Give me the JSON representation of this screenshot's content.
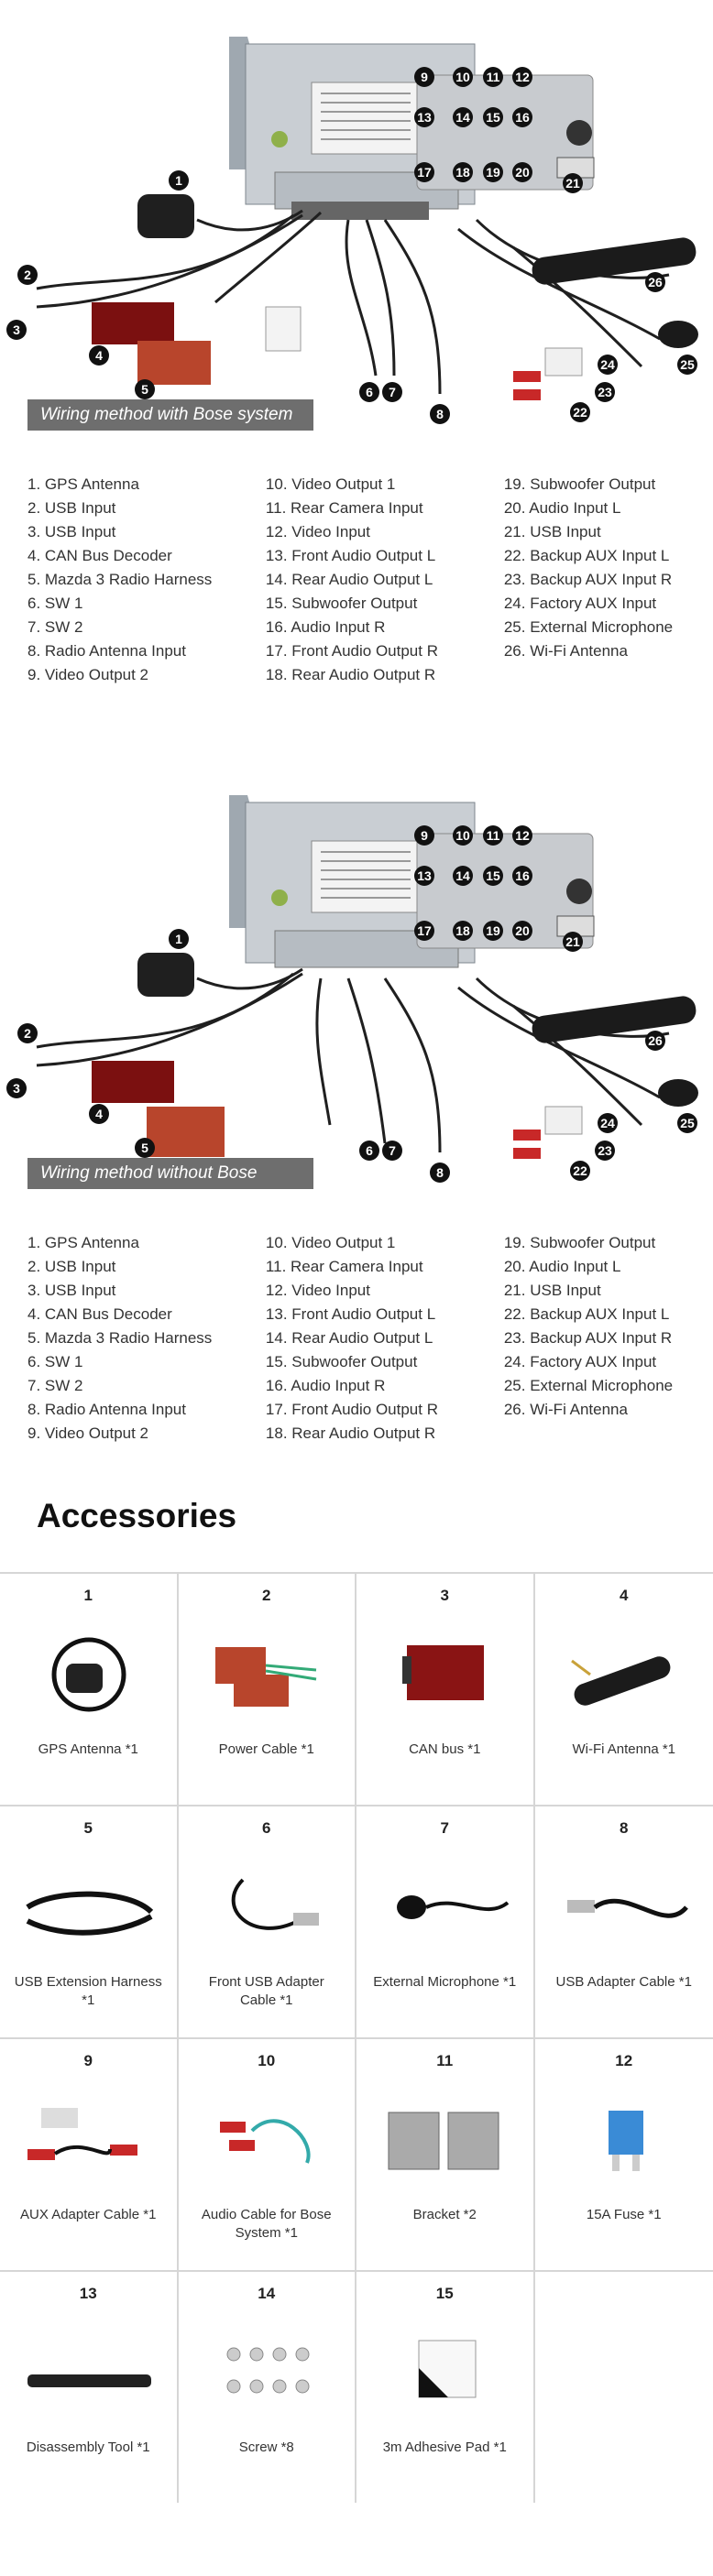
{
  "diagram1": {
    "banner": "Wiring method with Bose system",
    "legend": [
      [
        "1. GPS Antenna",
        "2. USB Input",
        "3. USB Input",
        "4. CAN Bus Decoder",
        "5. Mazda 3 Radio Harness",
        "6. SW 1",
        "7. SW 2",
        "8. Radio Antenna Input",
        "9. Video Output 2"
      ],
      [
        "10. Video Output 1",
        "11. Rear Camera Input",
        "12. Video Input",
        "13. Front Audio Output L",
        "14. Rear Audio Output L",
        "15. Subwoofer Output",
        "16. Audio Input R",
        "17. Front Audio Output R",
        "18. Rear Audio Output R"
      ],
      [
        "19. Subwoofer Output",
        "20. Audio Input L",
        "21. USB Input",
        "22. Backup AUX Input L",
        "23. Backup AUX Input R",
        "24. Factory AUX Input",
        "25. External Microphone",
        "26. Wi-Fi Antenna"
      ]
    ]
  },
  "diagram2": {
    "banner": "Wiring method without Bose system",
    "legend": [
      [
        "1. GPS Antenna",
        "2. USB Input",
        "3. USB Input",
        "4. CAN Bus Decoder",
        "5. Mazda 3 Radio Harness",
        "6. SW 1",
        "7. SW 2",
        "8. Radio Antenna Input",
        "9. Video Output 2"
      ],
      [
        "10. Video Output 1",
        "11. Rear Camera Input",
        "12. Video Input",
        "13. Front Audio Output L",
        "14. Rear Audio Output L",
        "15. Subwoofer Output",
        "16. Audio Input R",
        "17. Front Audio Output R",
        "18. Rear Audio Output R"
      ],
      [
        "19. Subwoofer Output",
        "20. Audio Input L",
        "21. USB Input",
        "22. Backup AUX Input L",
        "23. Backup AUX Input R",
        "24. Factory AUX Input",
        "25. External Microphone",
        "26. Wi-Fi Antenna"
      ]
    ]
  },
  "diagram_numbers": [
    "1",
    "2",
    "3",
    "4",
    "5",
    "6",
    "7",
    "8",
    "9",
    "10",
    "11",
    "12",
    "13",
    "14",
    "15",
    "16",
    "17",
    "18",
    "19",
    "20",
    "21",
    "22",
    "23",
    "24",
    "25",
    "26"
  ],
  "accessories": {
    "title": "Accessories",
    "items": [
      {
        "num": "1",
        "label": "GPS Antenna *1",
        "icon": "gps-antenna"
      },
      {
        "num": "2",
        "label": "Power Cable *1",
        "icon": "power-cable"
      },
      {
        "num": "3",
        "label": "CAN bus *1",
        "icon": "can-bus"
      },
      {
        "num": "4",
        "label": "Wi-Fi Antenna *1",
        "icon": "wifi-antenna"
      },
      {
        "num": "5",
        "label": "USB Extension Harness *1",
        "icon": "usb-extension"
      },
      {
        "num": "6",
        "label": "Front USB Adapter Cable *1",
        "icon": "usb-adapter"
      },
      {
        "num": "7",
        "label": "External Microphone *1",
        "icon": "microphone"
      },
      {
        "num": "8",
        "label": "USB Adapter Cable *1",
        "icon": "usb-cable"
      },
      {
        "num": "9",
        "label": "AUX Adapter Cable *1",
        "icon": "aux-cable"
      },
      {
        "num": "10",
        "label": "Audio Cable for Bose System *1",
        "icon": "audio-cable"
      },
      {
        "num": "11",
        "label": "Bracket *2",
        "icon": "bracket"
      },
      {
        "num": "12",
        "label": "15A Fuse *1",
        "icon": "fuse"
      },
      {
        "num": "13",
        "label": "Disassembly Tool *1",
        "icon": "tool"
      },
      {
        "num": "14",
        "label": "Screw *8",
        "icon": "screws"
      },
      {
        "num": "15",
        "label": "3m Adhesive Pad *1",
        "icon": "adhesive-pad"
      },
      {
        "num": "",
        "label": "",
        "icon": ""
      }
    ]
  }
}
